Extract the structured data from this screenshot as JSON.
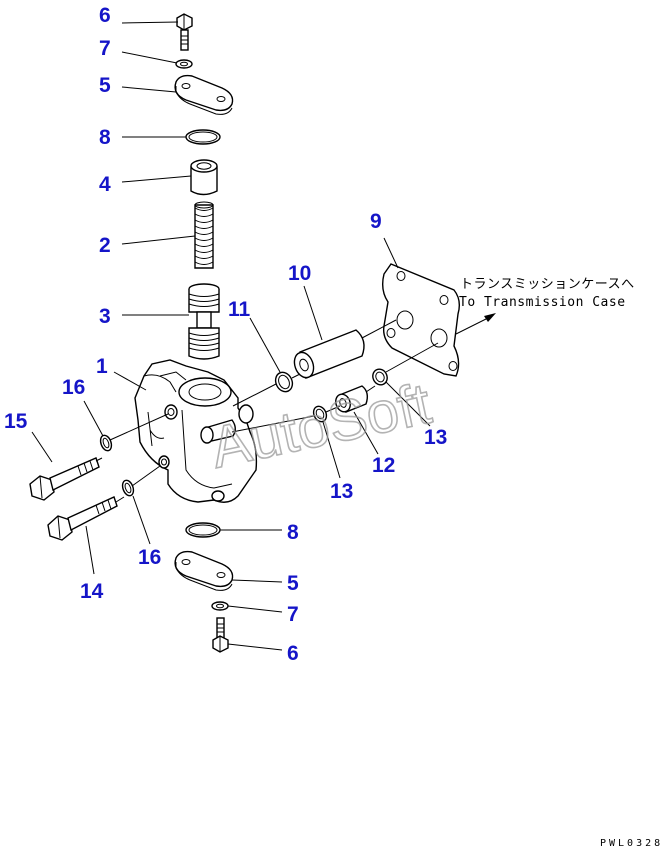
{
  "callouts": [
    {
      "id": "c6-top",
      "text": "6"
    },
    {
      "id": "c7-top",
      "text": "7"
    },
    {
      "id": "c5-top",
      "text": "5"
    },
    {
      "id": "c8-top",
      "text": "8"
    },
    {
      "id": "c4",
      "text": "4"
    },
    {
      "id": "c2",
      "text": "2"
    },
    {
      "id": "c3",
      "text": "3"
    },
    {
      "id": "c1",
      "text": "1"
    },
    {
      "id": "c16-a",
      "text": "16"
    },
    {
      "id": "c15",
      "text": "15"
    },
    {
      "id": "c14",
      "text": "14"
    },
    {
      "id": "c16-b",
      "text": "16"
    },
    {
      "id": "c11",
      "text": "11"
    },
    {
      "id": "c10",
      "text": "10"
    },
    {
      "id": "c9",
      "text": "9"
    },
    {
      "id": "c13-a",
      "text": "13"
    },
    {
      "id": "c12",
      "text": "12"
    },
    {
      "id": "c13-b",
      "text": "13"
    },
    {
      "id": "c8-bot",
      "text": "8"
    },
    {
      "id": "c5-bot",
      "text": "5"
    },
    {
      "id": "c7-bot",
      "text": "7"
    },
    {
      "id": "c6-bot",
      "text": "6"
    }
  ],
  "note": {
    "japanese": "トランスミッションケースへ",
    "english": "To Transmission Case"
  },
  "watermark": "AutoSoft",
  "drawing_code": "PWL0328"
}
